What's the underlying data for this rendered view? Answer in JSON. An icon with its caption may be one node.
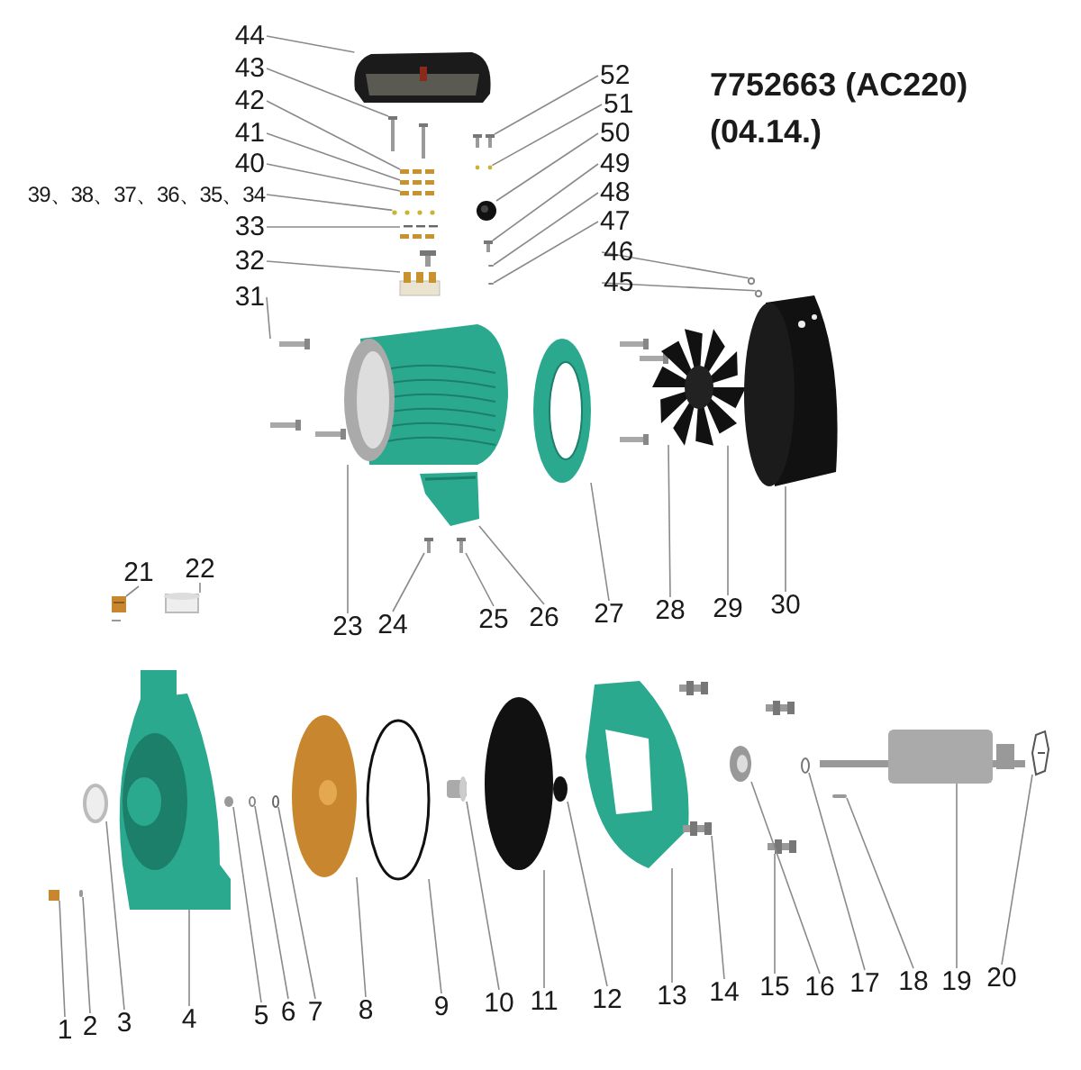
{
  "diagram": {
    "nodes": [
      {
        "text": [
          "44"
        ]
      },
      {
        "text": [
          "52"
        ]
      },
      {
        "text": [
          "43"
        ]
      },
      {
        "text": [
          "51"
        ]
      },
      {
        "text": [
          "42"
        ]
      },
      {
        "text": [
          "50"
        ]
      },
      {
        "text": [
          "41"
        ]
      },
      {
        "text": [
          "49"
        ]
      },
      {
        "text": [
          "40"
        ]
      },
      {
        "text": [
          "48"
        ]
      },
      {
        "text": [
          "39、38、37、36、35、34"
        ]
      },
      {
        "text": [
          "47"
        ]
      },
      {
        "text": [
          "33"
        ]
      },
      {
        "text": [
          "46"
        ]
      },
      {
        "text": [
          "32"
        ]
      },
      {
        "text": [
          "45"
        ]
      },
      {
        "text": [
          "31"
        ]
      },
      {
        "text": [
          "21"
        ]
      },
      {
        "text": [
          "22"
        ]
      },
      {
        "text": [
          "23"
        ]
      },
      {
        "text": [
          "24"
        ]
      },
      {
        "text": [
          "25"
        ]
      },
      {
        "text": [
          "26"
        ]
      },
      {
        "text": [
          "27"
        ]
      },
      {
        "text": [
          "28"
        ]
      },
      {
        "text": [
          "29"
        ]
      },
      {
        "text": [
          "30"
        ]
      },
      {
        "text": [
          "1"
        ]
      },
      {
        "text": [
          "2"
        ]
      },
      {
        "text": [
          "3"
        ]
      },
      {
        "text": [
          "4"
        ]
      },
      {
        "text": [
          "5"
        ]
      },
      {
        "text": [
          "6"
        ]
      },
      {
        "text": [
          "7"
        ]
      },
      {
        "text": [
          "8"
        ]
      },
      {
        "text": [
          "9"
        ]
      },
      {
        "text": [
          "10"
        ]
      },
      {
        "text": [
          "11"
        ]
      },
      {
        "text": [
          "12"
        ]
      },
      {
        "text": [
          "13"
        ]
      },
      {
        "text": [
          "14"
        ]
      },
      {
        "text": [
          "15"
        ]
      },
      {
        "text": [
          "16"
        ]
      },
      {
        "text": [
          "17"
        ]
      },
      {
        "text": [
          "18"
        ]
      },
      {
        "text": [
          "19"
        ]
      },
      {
        "text": [
          "20"
        ]
      },
      {
        "text": [],
        "shape": "picture"
      },
      {
        "text": [],
        "shape": "picture"
      },
      {
        "text": [],
        "shape": "picture"
      },
      {
        "text": [],
        "shape": "picture"
      },
      {
        "text": [],
        "shape": "picture"
      },
      {
        "text": [],
        "shape": "circle"
      },
      {
        "text": [],
        "shape": "picture"
      },
      {
        "text": [],
        "shape": "picture"
      },
      {
        "text": [],
        "shape": "picture"
      },
      {
        "text": [],
        "shape": "bar"
      },
      {
        "text": [],
        "shape": "picture"
      },
      {
        "text": [],
        "shape": "bar"
      },
      {
        "text": [],
        "shape": "picture"
      },
      {
        "text": [],
        "shape": "circle"
      },
      {
        "text": [],
        "shape": "box"
      },
      {
        "text": [],
        "shape": "circle"
      },
      {
        "text": [],
        "shape": "picture"
      },
      {
        "text": [],
        "shape": "box"
      },
      {
        "text": [],
        "shape": "box"
      },
      {
        "text": [],
        "shape": "picture"
      },
      {
        "text": [],
        "shape": "picture"
      },
      {
        "text": [],
        "shape": "picture"
      },
      {
        "text": [],
        "shape": "picture"
      },
      {
        "text": [],
        "shape": "picture"
      },
      {
        "text": [],
        "shape": "picture"
      },
      {
        "text": [],
        "shape": "picture"
      },
      {
        "text": [],
        "shape": "picture"
      },
      {
        "text": [],
        "shape": "box"
      },
      {
        "text": [],
        "shape": "bar"
      },
      {
        "text": [],
        "shape": "circle"
      },
      {
        "text": [],
        "shape": "picture"
      },
      {
        "text": [],
        "shape": "circle"
      },
      {
        "text": [],
        "shape": "circle"
      },
      {
        "text": [],
        "shape": "circle"
      },
      {
        "text": [],
        "shape": "picture"
      },
      {
        "text": [],
        "shape": "circle"
      },
      {
        "text": [],
        "shape": "cylinder"
      },
      {
        "text": [],
        "shape": "circle"
      },
      {
        "text": [],
        "shape": "circle"
      },
      {
        "text": [],
        "shape": "picture"
      },
      {
        "text": [],
        "shape": "picture"
      },
      {
        "text": [],
        "shape": "picture"
      },
      {
        "text": [],
        "shape": "picture"
      },
      {
        "text": [],
        "shape": "circle"
      },
      {
        "text": [],
        "shape": "bar"
      },
      {
        "text": [],
        "shape": "picture"
      },
      {
        "text": [],
        "shape": "picture"
      }
    ],
    "edges": [
      {
        "from": 0,
        "to": 47,
        "arrow": "none"
      },
      {
        "from": 1,
        "to": 48,
        "arrow": "none"
      },
      {
        "from": 2,
        "to": 49,
        "arrow": "none"
      },
      {
        "from": 3,
        "to": 50,
        "arrow": "none"
      },
      {
        "from": 4,
        "to": 51,
        "arrow": "none"
      },
      {
        "from": 5,
        "to": 52,
        "arrow": "none"
      },
      {
        "from": 6,
        "to": 53,
        "arrow": "none"
      },
      {
        "from": 7,
        "to": 54,
        "arrow": "none"
      },
      {
        "from": 8,
        "to": 55,
        "arrow": "none"
      },
      {
        "from": 9,
        "to": 56,
        "arrow": "none"
      },
      {
        "from": 10,
        "to": 57,
        "arrow": "none"
      },
      {
        "from": 11,
        "to": 58,
        "arrow": "none"
      },
      {
        "from": 12,
        "to": 59,
        "arrow": "none"
      },
      {
        "from": 13,
        "to": 60,
        "arrow": "none"
      },
      {
        "from": 14,
        "to": 61,
        "arrow": "none"
      },
      {
        "from": 15,
        "to": 62,
        "arrow": "none"
      },
      {
        "from": 16,
        "to": 63,
        "arrow": "none"
      },
      {
        "from": 17,
        "to": 64,
        "arrow": "none"
      },
      {
        "from": 18,
        "to": 65,
        "arrow": "none"
      },
      {
        "from": 19,
        "to": 66,
        "arrow": "none"
      },
      {
        "from": 20,
        "to": 67,
        "arrow": "none"
      },
      {
        "from": 21,
        "to": 68,
        "arrow": "none"
      },
      {
        "from": 22,
        "to": 69,
        "arrow": "none"
      },
      {
        "from": 23,
        "to": 70,
        "arrow": "none"
      },
      {
        "from": 24,
        "to": 71,
        "arrow": "none"
      },
      {
        "from": 25,
        "to": 72,
        "arrow": "none"
      },
      {
        "from": 26,
        "to": 73,
        "arrow": "none"
      },
      {
        "from": 27,
        "to": 74,
        "arrow": "none"
      },
      {
        "from": 28,
        "to": 75,
        "arrow": "none"
      },
      {
        "from": 29,
        "to": 76,
        "arrow": "none"
      },
      {
        "from": 30,
        "to": 77,
        "arrow": "none"
      },
      {
        "from": 31,
        "to": 78,
        "arrow": "none"
      },
      {
        "from": 32,
        "to": 79,
        "arrow": "none"
      },
      {
        "from": 33,
        "to": 80,
        "arrow": "none"
      },
      {
        "from": 34,
        "to": 81,
        "arrow": "none"
      },
      {
        "from": 35,
        "to": 82,
        "arrow": "none"
      },
      {
        "from": 36,
        "to": 83,
        "arrow": "none"
      },
      {
        "from": 37,
        "to": 84,
        "arrow": "none"
      },
      {
        "from": 38,
        "to": 85,
        "arrow": "none"
      },
      {
        "from": 39,
        "to": 86,
        "arrow": "none"
      },
      {
        "from": 40,
        "to": 87,
        "arrow": "none"
      },
      {
        "from": 41,
        "to": 88,
        "arrow": "none"
      },
      {
        "from": 42,
        "to": 89,
        "arrow": "none"
      },
      {
        "from": 43,
        "to": 90,
        "arrow": "none"
      },
      {
        "from": 44,
        "to": 91,
        "arrow": "none"
      },
      {
        "from": 45,
        "to": 92,
        "arrow": "none"
      },
      {
        "from": 46,
        "to": 93,
        "arrow": "none"
      }
    ],
    "labels": [
      "7752663 (AC220)",
      "(04.14.)"
    ]
  }
}
